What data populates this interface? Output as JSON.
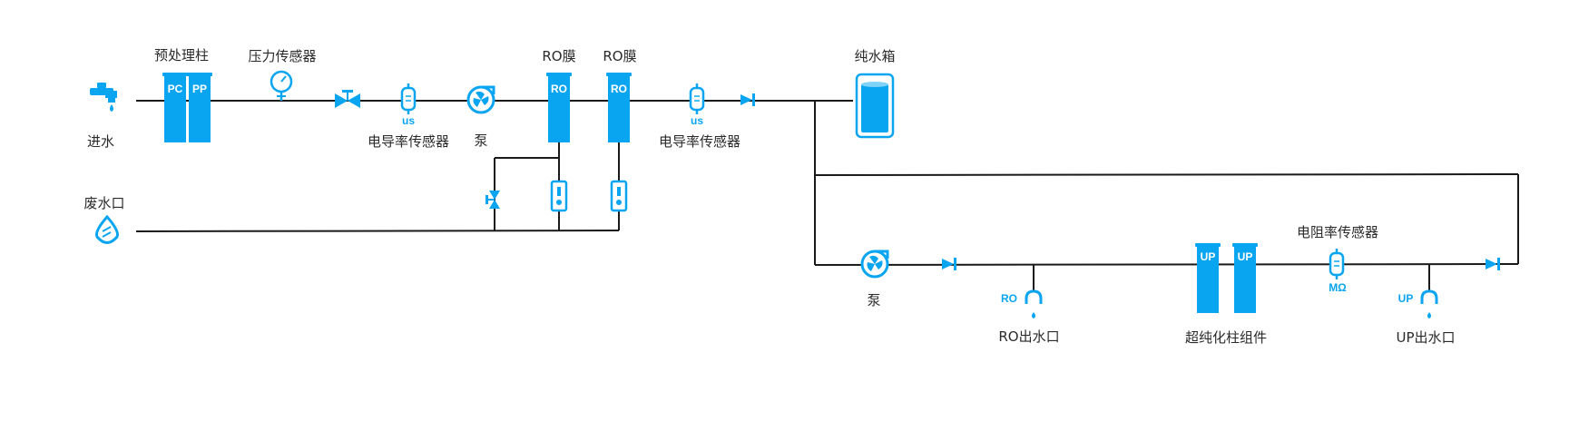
{
  "colors": {
    "accent": "#0aa5f0",
    "pipe": "#1a1a1a",
    "text": "#2a2a2a",
    "white": "#ffffff"
  },
  "labels": {
    "pretreatment": "预处理柱",
    "pressure_sensor": "压力传感器",
    "ro_membrane_1": "RO膜",
    "ro_membrane_2": "RO膜",
    "pure_tank": "纯水箱",
    "inlet": "进水",
    "conductivity_sensor_1": "电导率传感器",
    "pump_1": "泵",
    "conductivity_sensor_2": "电导率传感器",
    "drain": "废水口",
    "resistivity_sensor": "电阻率传感器",
    "pump_2": "泵",
    "ro_outlet": "RO出水口",
    "ultra_pure_column": "超纯化柱组件",
    "up_outlet": "UP出水口"
  },
  "tags": {
    "pc": "PC",
    "pp": "PP",
    "ro_1": "RO",
    "ro_2": "RO",
    "us_1": "us",
    "us_2": "us",
    "up_1": "UP",
    "up_2": "UP",
    "mohm": "MΩ",
    "ro_outlet_tag": "RO",
    "up_outlet_tag": "UP"
  },
  "icons": {
    "inlet": "faucet-icon",
    "pretreatment": "filter-column-icon",
    "pressure": "pressure-gauge-icon",
    "valve": "valve-icon",
    "sensor": "conductivity-sensor-icon",
    "pump": "pump-icon",
    "membrane": "ro-membrane-icon",
    "check_valve": "check-valve-icon",
    "tank": "water-tank-icon",
    "flowmeter": "flowmeter-icon",
    "drain": "water-drop-icon",
    "outlet": "water-outlet-icon"
  }
}
